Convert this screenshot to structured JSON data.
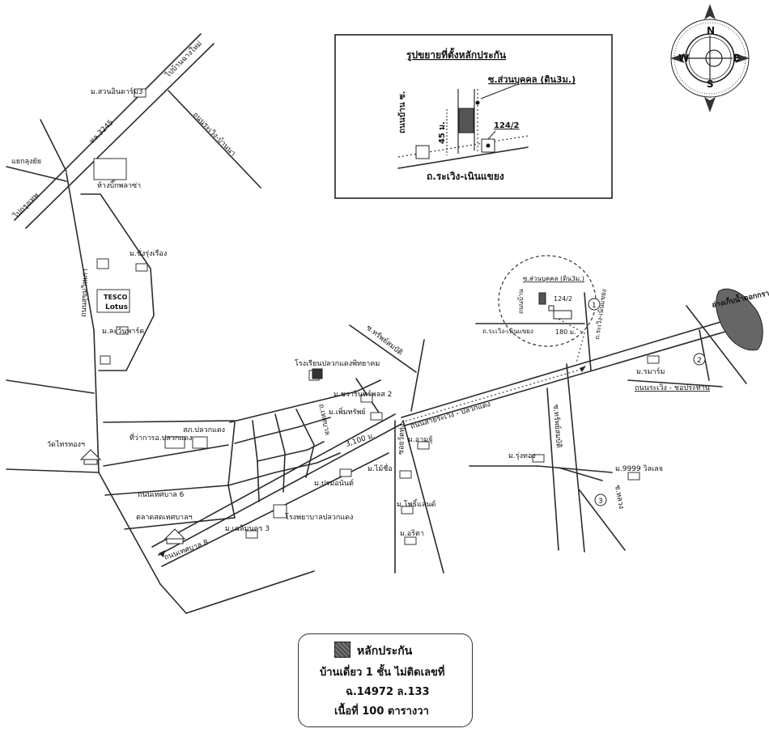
{
  "inset": {
    "title": "รูปขยายที่ตั้งหลักประกัน",
    "soi_label": "ซ.ส่วนบุคคล (ดิน3ม.)",
    "house_number": "124/2",
    "distance": "45 ม.",
    "road_name": "ถ.ระเวิง-เนินแขยง",
    "side_road": "ถนนบ้าน ซ."
  },
  "compass": {
    "n": "N",
    "e": "E",
    "s": "S",
    "w": "W"
  },
  "places": {
    "suan_indra": "ม.สวนอินดาร์ม3",
    "to_highway": "ไปบ้านฉางใหม่",
    "route_3245": "ทล.3245",
    "rawiang_road": "ถนนระเวิง-บ้านนา",
    "junction": "แยกลุงยัย",
    "bangkok_dir": "ไปกรุงเทพ",
    "mall": "ห้างบิ๊กพลาซ่า",
    "sangrung": "ม.ชั่งรุ่งเรือง",
    "tesco_1": "TESCO",
    "tesco_2": "Lotus",
    "sukhumvit": "ถนนสุขุมวิทเก่า",
    "sunset": "ม.ละวันพาร์ค",
    "soi_sap": "ซ.ทรัพย์สมบัติ",
    "school": "โรงเรียนปลวกแดงพิทยาคม",
    "chawarin": "ม.ชวารินทร์พลส 2",
    "phoemsap": "ม.เพิ่มทรัพย์",
    "district_office": "ที่ว่าการอ.ปลวกแดง",
    "police": "สภ.ปลวกแดง",
    "temple": "วัดไทรทองฯ",
    "road_3100": "3,100 ม.",
    "amulet": "ม.อามจุ้",
    "maichue": "ม.ไม้ชื่อ",
    "pramon": "ม.ปรมอนันต์",
    "tesaban_6": "ถนนเทศบาล 6",
    "market": "ตลาดสดเทศบาลฯ",
    "hospital": "โรงพยาบาลปลวกแดง",
    "chalermnakorn": "ม.เฉลิมนคร 3",
    "tesaban_8": "ถนนเทศบาล 8",
    "phorland": "ม.โพธิ์แลนด์",
    "arita": "ม.อริตา",
    "pluakdaeng_road": "ถนนสายระเวิง - ปลวกแดง",
    "soi_tesaban": "ถ.เทศบาล",
    "soi_wat": "ซอยวัดทุ่ง",
    "kaset_road": "ซ.ทรัพย์สมบัติ",
    "rungthong": "ม.รุ่งทอง",
    "house_9999": "ม.9999 วิลเลจ",
    "soi_luang": "ซ.หลวง",
    "ramaraya": "ม.รมาร์ม",
    "rawiang_khao": "ถนนระเวิง - ชอประทาน",
    "reservoir": "อ่างเก็บน้ำดอกกราย",
    "small_soi": "ซ.ส่วนบุคคล (ดิน3ม.)",
    "small_124": "124/2",
    "small_road": "ถ.ระเวิง-เนินแขยง",
    "small_180": "180 ม.",
    "small_side": "ถ.ระเวิง-เนินแขยง",
    "small_thaen": "ถนนบ้าน",
    "circle_1": "1",
    "circle_2": "2",
    "circle_3": "3"
  },
  "legend": {
    "swatch_label": "หลักประกัน",
    "line1": "บ้านเดี่ยว 1 ชั้น  ไม่ติดเลขที่",
    "line2": "ฉ.14972 ล.133",
    "line3": "เนื้อที่ 100 ตารางวา"
  }
}
